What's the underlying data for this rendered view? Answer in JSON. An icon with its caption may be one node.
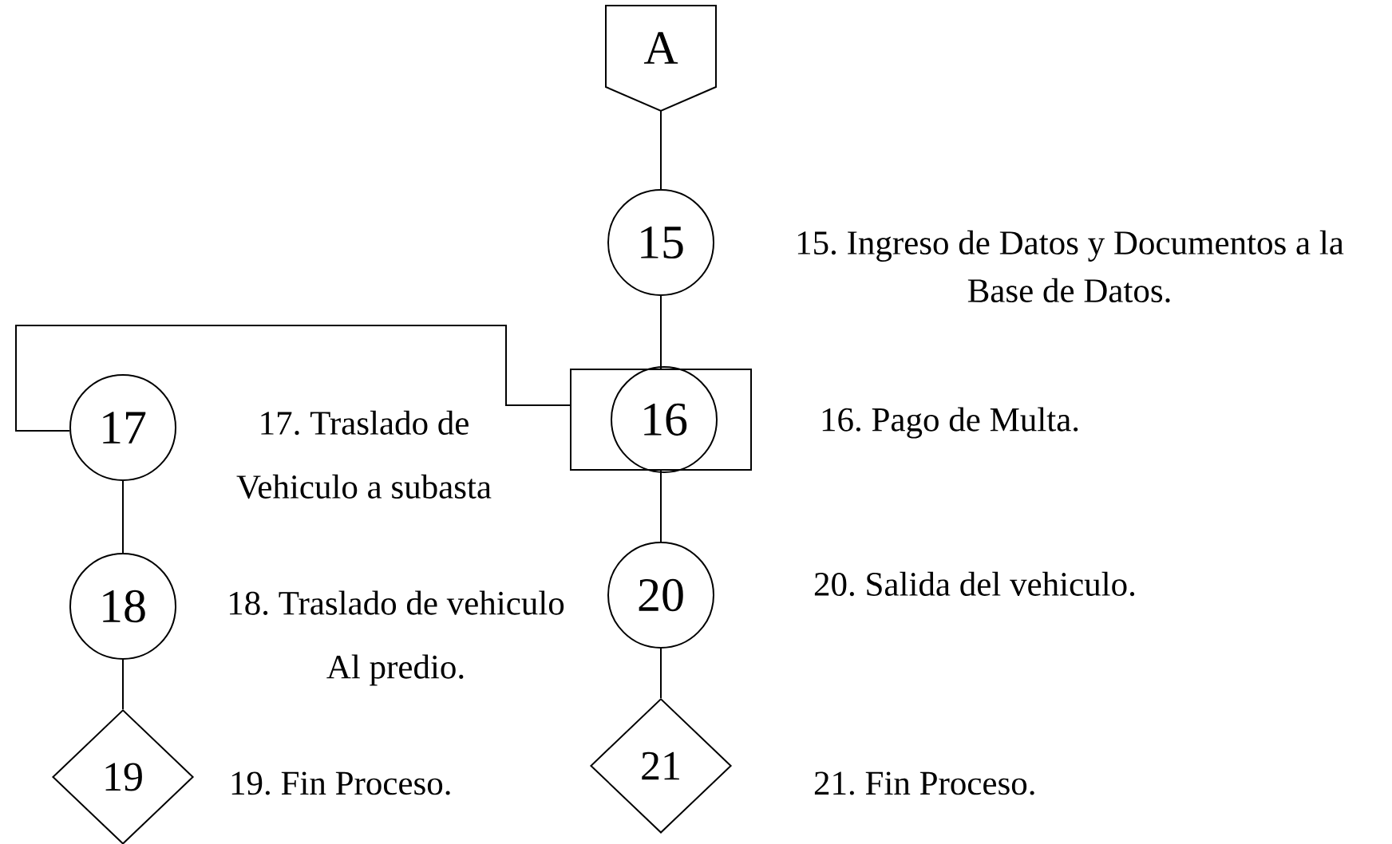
{
  "diagram": {
    "nodes": [
      {
        "text": [
          "A"
        ]
      },
      {
        "text": [
          "15"
        ]
      },
      {
        "text": [],
        "shape": "box"
      },
      {
        "text": [
          "16"
        ],
        "in": 2
      },
      {
        "text": [
          "17"
        ]
      },
      {
        "text": [
          "18"
        ]
      },
      {
        "text": [
          "19"
        ]
      },
      {
        "text": [
          "20"
        ]
      },
      {
        "text": [
          "21"
        ]
      }
    ],
    "edges": [
      {
        "from": 0,
        "to": 1,
        "arrow": "none"
      },
      {
        "from": 1,
        "to": 2,
        "arrow": "none"
      },
      {
        "from": 2,
        "to": 4,
        "arrow": "none"
      },
      {
        "from": 4,
        "to": 5,
        "arrow": "none"
      },
      {
        "from": 5,
        "to": 6,
        "arrow": "none"
      },
      {
        "from": 2,
        "to": 7,
        "arrow": "none"
      },
      {
        "from": 7,
        "to": 8,
        "arrow": "none"
      }
    ],
    "labels": [
      "15. Ingreso de Datos y Documentos a la Base de Datos.",
      "17. Traslado de Vehiculo a subasta",
      "16. Pago de Multa.",
      "18. Traslado de vehiculo Al predio.",
      "20. Salida del vehiculo.",
      "19. Fin Proceso.",
      "21. Fin Proceso."
    ]
  }
}
